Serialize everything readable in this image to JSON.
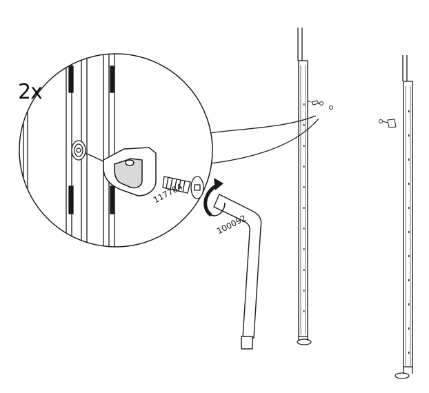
{
  "instruction": {
    "quantity": "2x",
    "parts": [
      {
        "number": "117784",
        "icon": "bolt-icon"
      },
      {
        "number": "100092",
        "icon": "allen-key-icon"
      }
    ]
  },
  "colors": {
    "line": "#1a1a1a",
    "fill": "#ffffff",
    "shade": "#d9d9d9"
  }
}
